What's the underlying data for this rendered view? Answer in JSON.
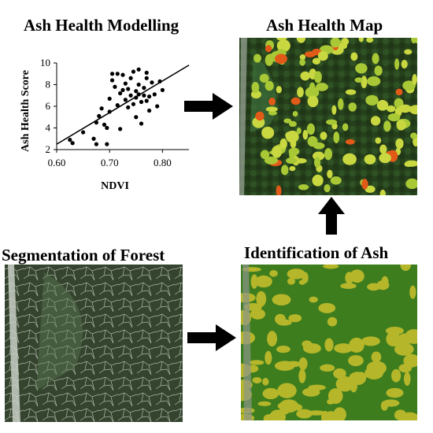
{
  "titles": {
    "modelling": "Ash Health Modelling",
    "map": "Ash Health Map",
    "segmentation": "Segmentation of Forest",
    "identification": "Identification of Ash"
  },
  "chart_data": {
    "type": "scatter",
    "title": "Ash Health Modelling",
    "xlabel": "NDVI",
    "ylabel": "Ash Health Score",
    "xlim": [
      0.6,
      0.85
    ],
    "ylim": [
      2,
      10
    ],
    "xticks": [
      "0.60",
      "0.70",
      "0.80"
    ],
    "yticks": [
      "2",
      "4",
      "6",
      "8",
      "10"
    ],
    "grid": false,
    "series": [
      {
        "points": [
          [
            0.625,
            2.9
          ],
          [
            0.63,
            2.6
          ],
          [
            0.65,
            3.6
          ],
          [
            0.67,
            3.0
          ],
          [
            0.675,
            2.5
          ],
          [
            0.675,
            4.5
          ],
          [
            0.68,
            5.1
          ],
          [
            0.685,
            5.8
          ],
          [
            0.69,
            4.3
          ],
          [
            0.695,
            4.0
          ],
          [
            0.695,
            2.5
          ],
          [
            0.7,
            5.5
          ],
          [
            0.7,
            6.7
          ],
          [
            0.705,
            8.4
          ],
          [
            0.705,
            9.0
          ],
          [
            0.71,
            7.8
          ],
          [
            0.715,
            9.0
          ],
          [
            0.715,
            6.1
          ],
          [
            0.72,
            7.2
          ],
          [
            0.72,
            3.9
          ],
          [
            0.725,
            8.9
          ],
          [
            0.725,
            7.5
          ],
          [
            0.73,
            8.1
          ],
          [
            0.73,
            6.6
          ],
          [
            0.735,
            7.6
          ],
          [
            0.735,
            5.9
          ],
          [
            0.74,
            7.0
          ],
          [
            0.74,
            8.6
          ],
          [
            0.745,
            9.2
          ],
          [
            0.745,
            6.2
          ],
          [
            0.75,
            7.4
          ],
          [
            0.75,
            6.8
          ],
          [
            0.75,
            5.0
          ],
          [
            0.755,
            9.4
          ],
          [
            0.755,
            7.1
          ],
          [
            0.755,
            8.0
          ],
          [
            0.76,
            6.4
          ],
          [
            0.76,
            4.4
          ],
          [
            0.765,
            7.7
          ],
          [
            0.765,
            7.0
          ],
          [
            0.77,
            8.6
          ],
          [
            0.77,
            6.5
          ],
          [
            0.77,
            9.1
          ],
          [
            0.775,
            5.6
          ],
          [
            0.775,
            6.9
          ],
          [
            0.78,
            8.2
          ],
          [
            0.785,
            7.1
          ],
          [
            0.79,
            6.0
          ],
          [
            0.795,
            8.3
          ],
          [
            0.8,
            7.5
          ]
        ]
      }
    ],
    "trendline": {
      "x": [
        0.6,
        0.85
      ],
      "y": [
        2.5,
        9.8
      ]
    }
  },
  "colors": {
    "trendline": "#000000",
    "ash_yellow": "#b5b62a",
    "forest_green": "#3d7d1e",
    "health_green": "#c9d840",
    "health_red": "#e25a18"
  }
}
